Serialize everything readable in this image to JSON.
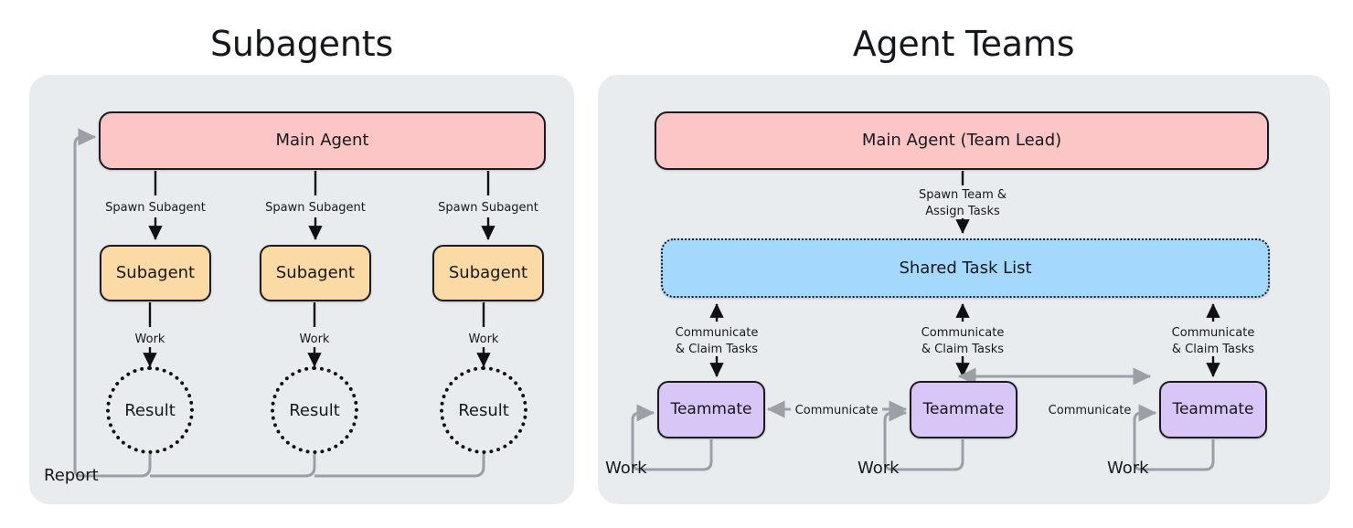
{
  "panels": {
    "left": {
      "title": "Subagents",
      "main_agent": "Main Agent",
      "spawn_labels": [
        "Spawn Subagent",
        "Spawn Subagent",
        "Spawn Subagent"
      ],
      "subagents": [
        "Subagent",
        "Subagent",
        "Subagent"
      ],
      "work_labels": [
        "Work",
        "Work",
        "Work"
      ],
      "results": [
        "Result",
        "Result",
        "Result"
      ],
      "report_label": "Report"
    },
    "right": {
      "title": "Agent Teams",
      "main_agent": "Main Agent (Team Lead)",
      "spawn_label_line1": "Spawn Team &",
      "spawn_label_line2": "Assign Tasks",
      "shared_task_list": "Shared Task List",
      "claim_labels": [
        {
          "line1": "Communicate",
          "line2": "& Claim Tasks"
        },
        {
          "line1": "Communicate",
          "line2": "& Claim Tasks"
        },
        {
          "line1": "Communicate",
          "line2": "& Claim Tasks"
        }
      ],
      "teammates": [
        "Teammate",
        "Teammate",
        "Teammate"
      ],
      "communicate_labels": [
        "Communicate",
        "Communicate"
      ],
      "work_labels": [
        "Work",
        "Work",
        "Work"
      ]
    }
  },
  "colors": {
    "page_background": "#ffffff",
    "panel_background": "#e9ecef",
    "main_agent_fill": "#fcc6c6",
    "subagent_fill": "#fcdaa5",
    "shared_task_fill": "#a4d9fd",
    "teammate_fill": "#d8c6f7",
    "stroke": "#1b1b1f",
    "soft_arrow": "#9aa0a6",
    "text": "#16181d"
  }
}
